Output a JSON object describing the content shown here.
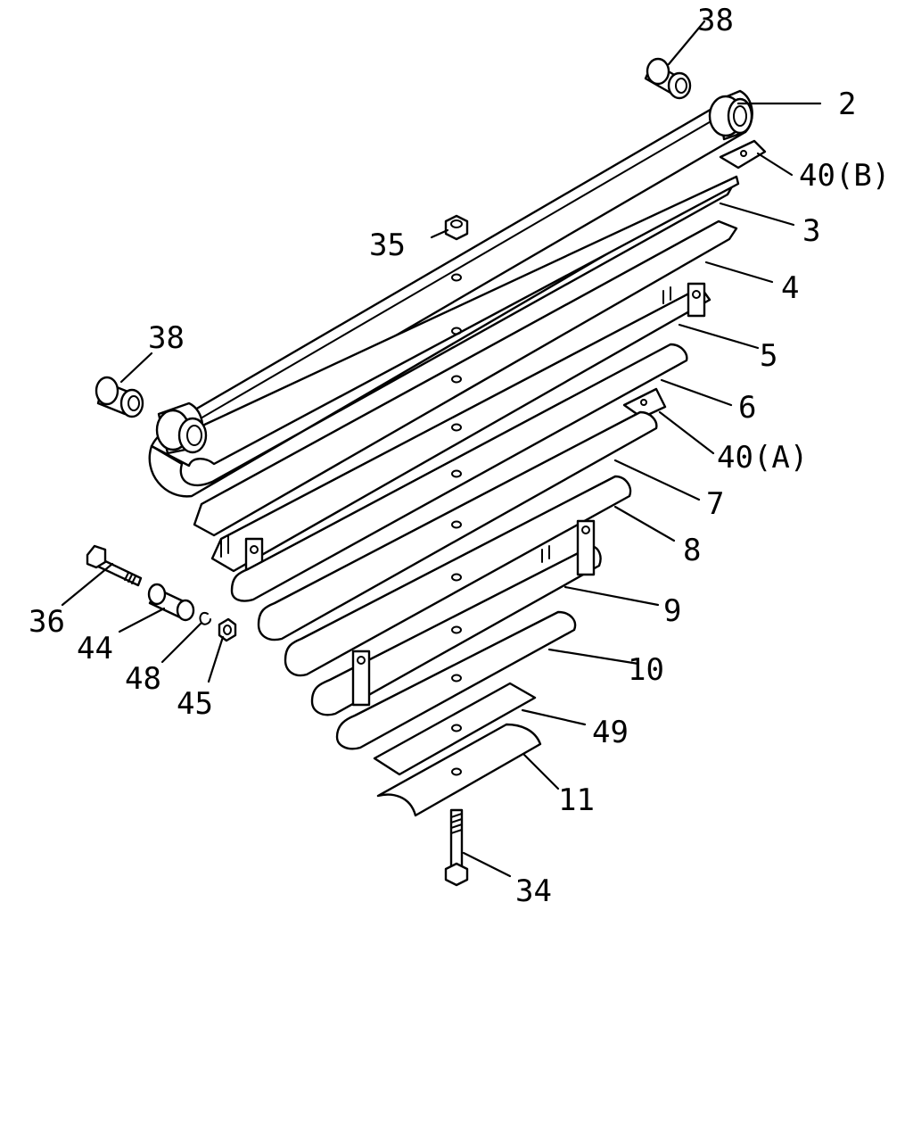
{
  "diagram": {
    "type": "exploded parts diagram",
    "callouts": {
      "c38_top": "38",
      "c2": "2",
      "c40b": "40(B)",
      "c35": "35",
      "c3": "3",
      "c4": "4",
      "c38_left": "38",
      "c5": "5",
      "c6": "6",
      "c40a": "40(A)",
      "c7": "7",
      "c8": "8",
      "c9": "9",
      "c36": "36",
      "c44": "44",
      "c48": "48",
      "c45": "45",
      "c10": "10",
      "c49": "49",
      "c11": "11",
      "c34": "34"
    }
  }
}
